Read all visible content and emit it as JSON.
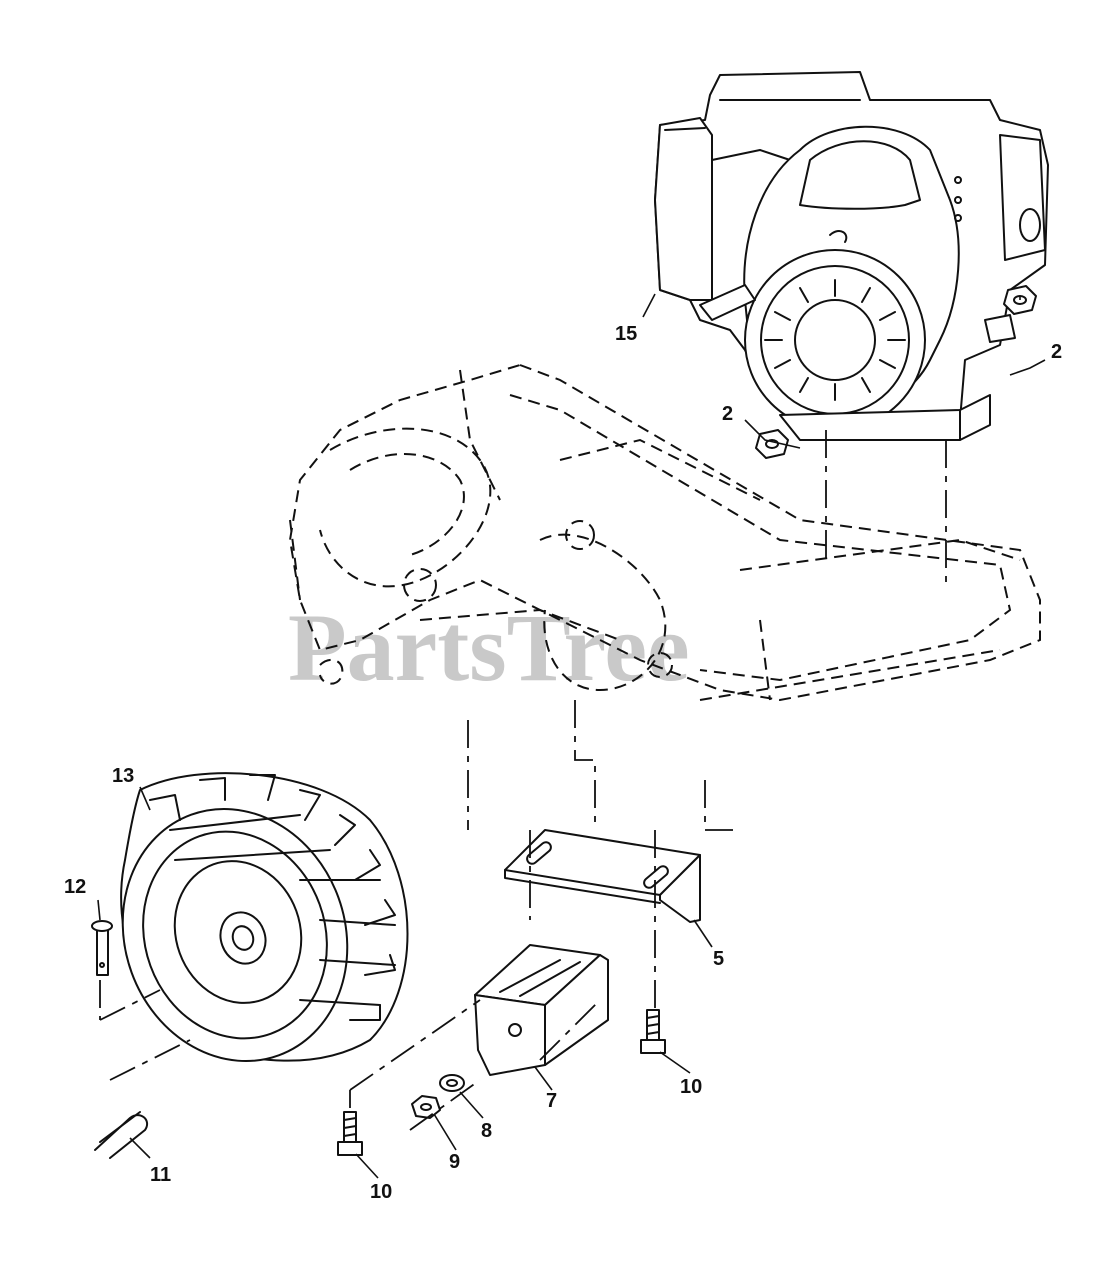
{
  "diagram": {
    "watermark": "PartsTree",
    "callouts": {
      "c15": "15",
      "c2a": "2",
      "c2b": "2",
      "c13": "13",
      "c12": "12",
      "c11": "11",
      "c5": "5",
      "c7": "7",
      "c8": "8",
      "c9": "9",
      "c10a": "10",
      "c10b": "10"
    }
  }
}
